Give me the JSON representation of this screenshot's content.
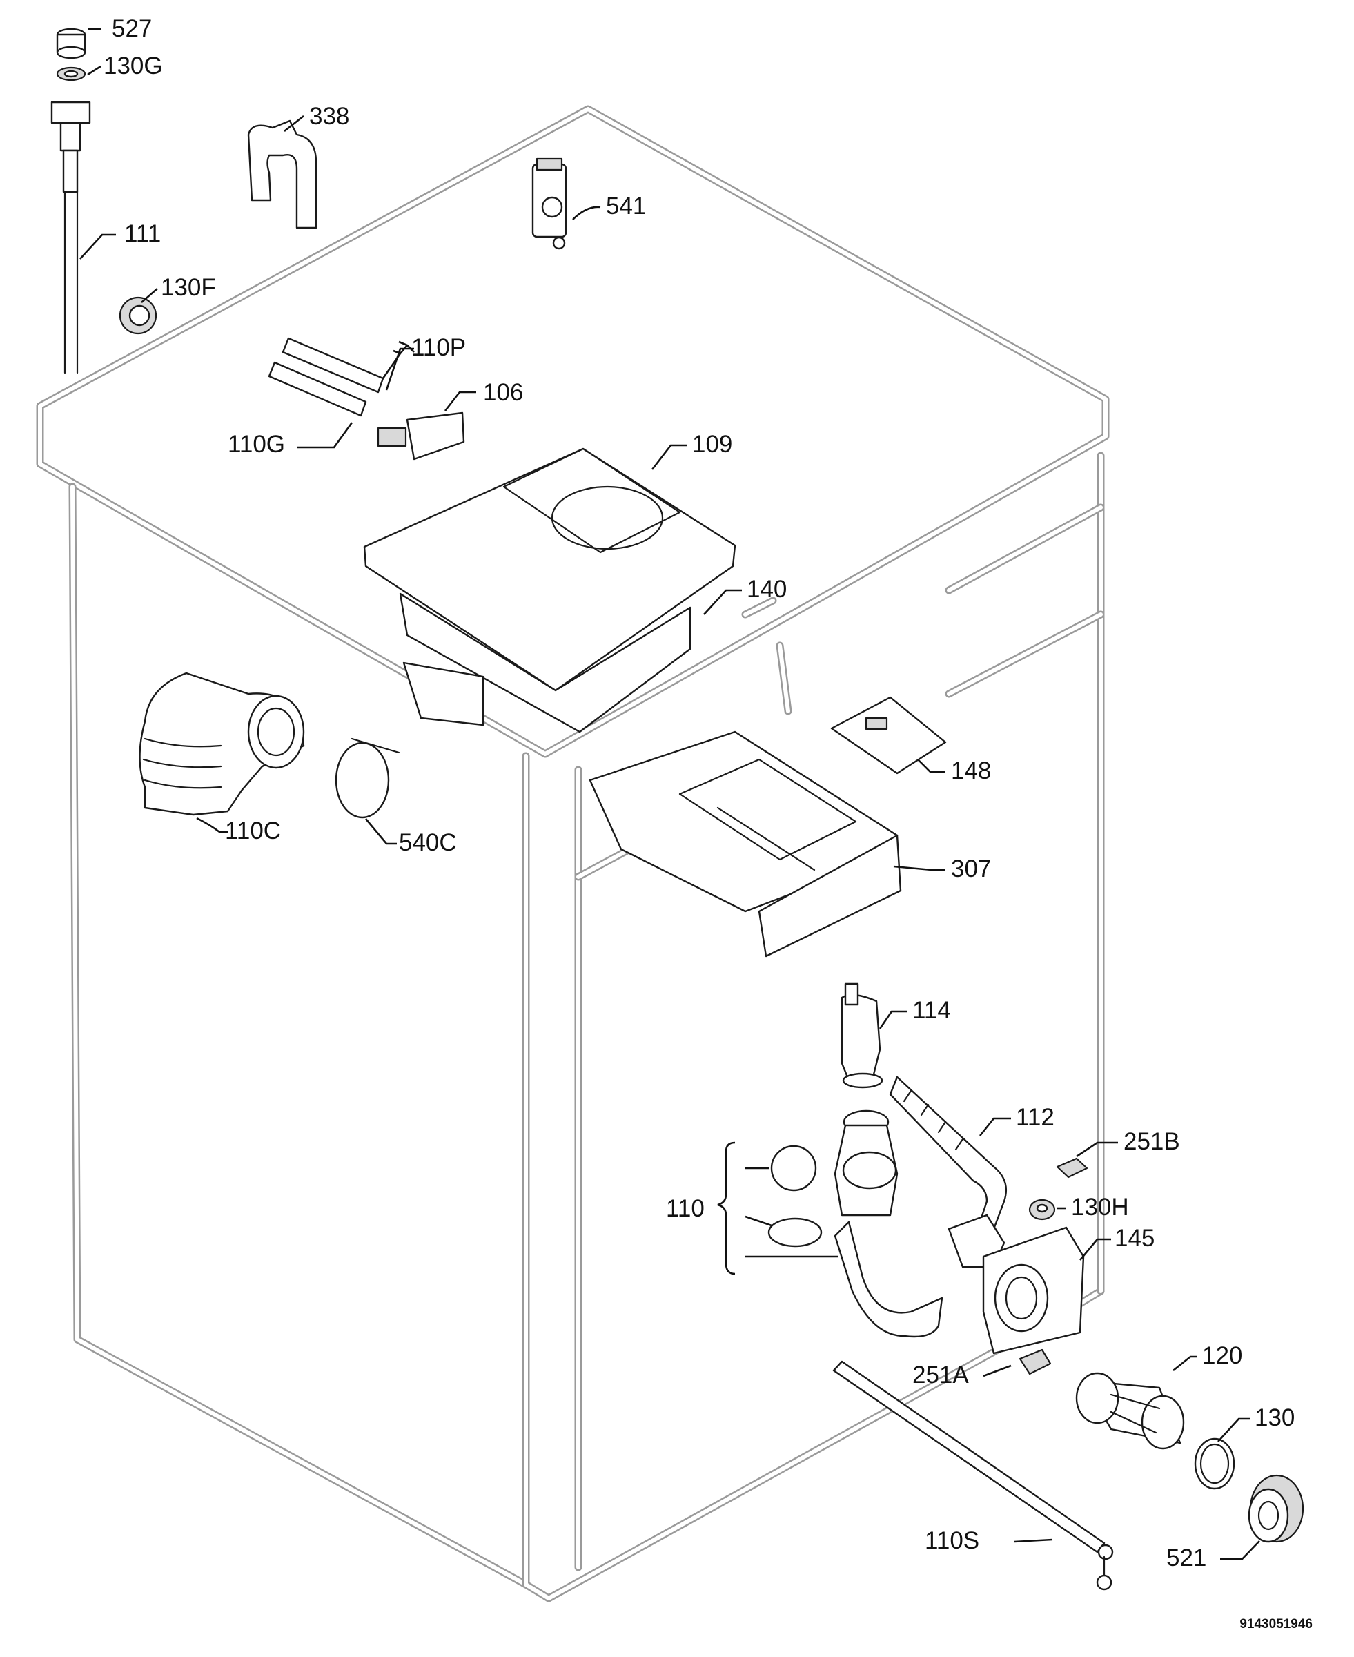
{
  "labels": {
    "p527": "527",
    "p130G": "130G",
    "p338": "338",
    "p541": "541",
    "p111": "111",
    "p130F": "130F",
    "p110P": "110P",
    "p106": "106",
    "p110G": "110G",
    "p109": "109",
    "p140": "140",
    "p148": "148",
    "p110C": "110C",
    "p540C": "540C",
    "p307": "307",
    "p114": "114",
    "p112": "112",
    "p251B": "251B",
    "p110": "110",
    "p130H": "130H",
    "p145": "145",
    "p120": "120",
    "p251A": "251A",
    "p130": "130",
    "p110S": "110S",
    "p521": "521"
  },
  "document_number": "9143051946"
}
